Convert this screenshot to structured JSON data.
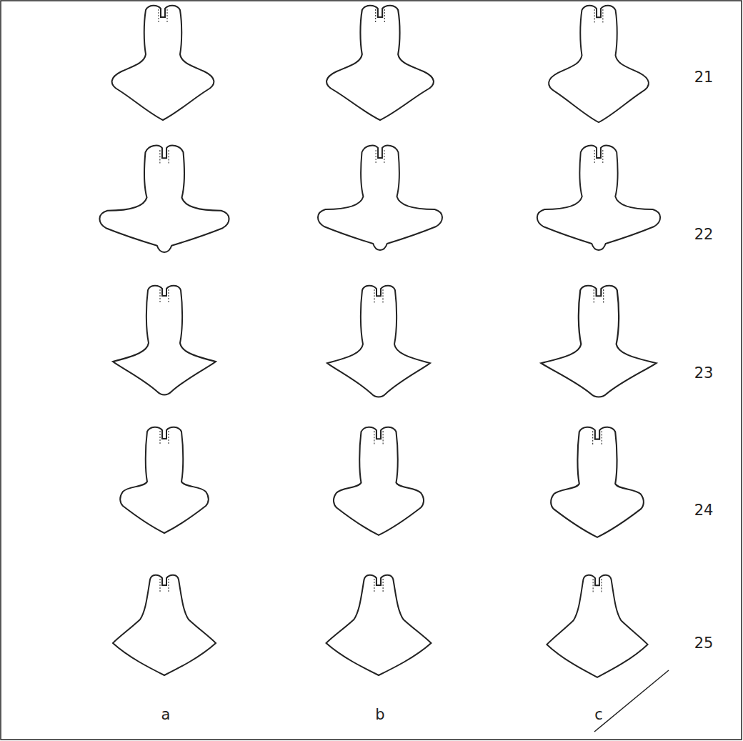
{
  "diagram": {
    "labels": [
      "21",
      "22",
      "23",
      "24",
      "25",
      "a",
      "b",
      "c"
    ]
  }
}
